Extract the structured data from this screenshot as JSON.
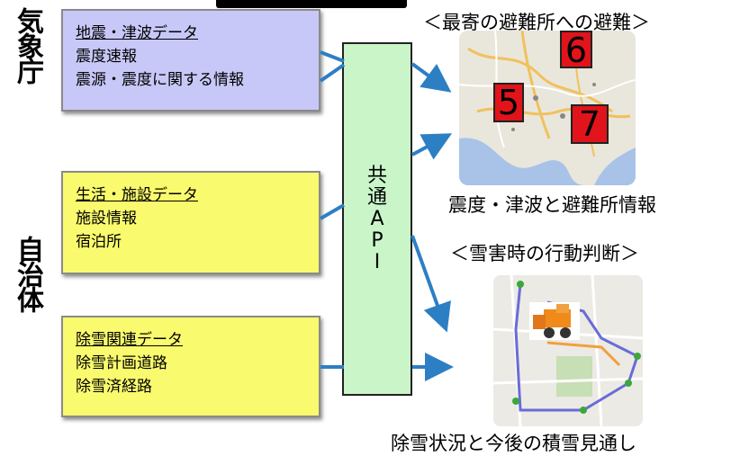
{
  "agencies": {
    "jma": "気象庁",
    "municipality": "自治体"
  },
  "boxes": {
    "earthquake": {
      "heading": "地震・津波データ",
      "items": [
        "震度速報",
        "震源・震度に関する情報"
      ],
      "color": "#c8c8f8"
    },
    "facility": {
      "heading": "生活・施設データ",
      "items": [
        "施設情報",
        "宿泊所"
      ],
      "color": "#fafa6e"
    },
    "snow": {
      "heading": "除雪関連データ",
      "items": [
        "除雪計画道路",
        "除雪済経路"
      ],
      "color": "#fafa6e"
    }
  },
  "api": {
    "chars": [
      "共",
      "通",
      "A",
      "P",
      "I"
    ],
    "color": "#c9f5c9"
  },
  "panels": {
    "evacuation": {
      "title": "＜最寄の避難所への避難＞",
      "caption": "震度・津波と避難所情報",
      "magnitudes": [
        "6",
        "5",
        "7"
      ]
    },
    "snow": {
      "title": "＜雪害時の行動判断＞",
      "caption": "除雪状況と今後の積雪見通し"
    }
  },
  "colors": {
    "arrow": "#2d7fc4",
    "magnitude_box": "#e0141a"
  }
}
